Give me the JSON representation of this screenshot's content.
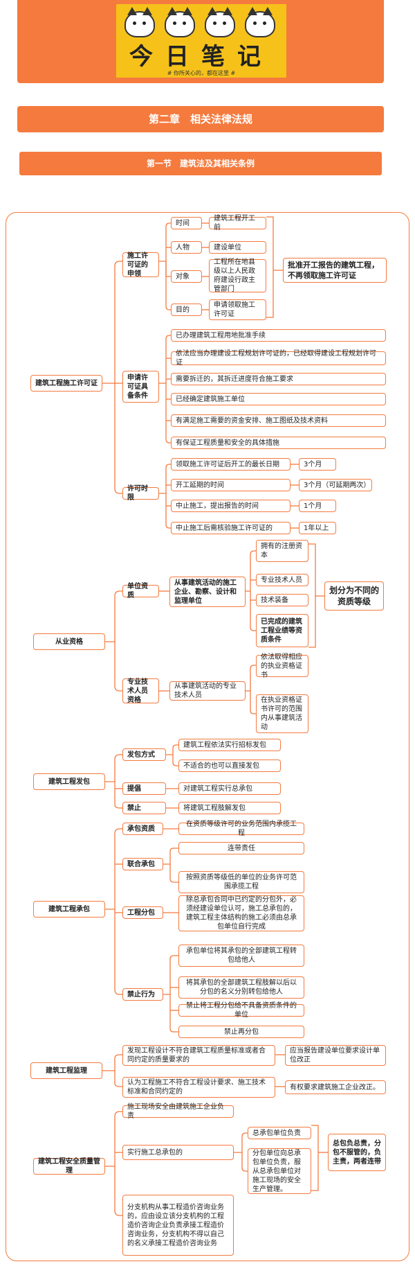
{
  "header": {
    "title": "今日笔记",
    "subtitle": "# 你所关心的，都在这里 #"
  },
  "chapter_title": "第二章　相关法律法规",
  "section_title": "第一节　建筑法及其相关条例",
  "colors": {
    "accent": "#f47a3e",
    "banner": "#f6c21a"
  },
  "mindmap": {
    "permit": {
      "label": "建筑工程施工许可证",
      "apply": {
        "label": "施工许可证的申领",
        "items": [
          {
            "key": "时间",
            "value": "建筑工程开工前"
          },
          {
            "key": "人物",
            "value": "建设单位"
          },
          {
            "key": "对象",
            "value": "工程所在地县级以上人民政府建设行政主管部门"
          },
          {
            "key": "目的",
            "value": "申请领取施工许可证"
          }
        ],
        "note": "批准开工报告的建筑工程，不再领取施工许可证"
      },
      "conditions": {
        "label": "申请许可证具备条件",
        "items": [
          "已办理建筑工程用地批准手续",
          "依法应当办理建设工程规划许可证的，已经取得建设工程规划许可证",
          "需要拆迁的，其拆迁进度符合施工要求",
          "已经确定建筑施工单位",
          "有满足施工需要的资金安排、施工图纸及技术资料",
          "有保证工程质量和安全的具体措施"
        ]
      },
      "deadline": {
        "label": "许可时限",
        "items": [
          {
            "key": "领取施工许可证后开工的最长日期",
            "value": "3个月"
          },
          {
            "key": "开工延期的时间",
            "value": "3个月（可延期两次）"
          },
          {
            "key": "中止施工，提出报告的时间",
            "value": "1个月"
          },
          {
            "key": "中止施工后需核验施工许可证的",
            "value": "1年以上"
          }
        ]
      }
    },
    "qualification": {
      "label": "从业资格",
      "unit": {
        "label": "单位资质",
        "desc": "从事建筑活动的施工企业、勘察、设计和监理单位",
        "items": [
          "拥有的注册资本",
          "专业技术人员",
          "技术装备",
          "已完成的建筑工程业绩等资质条件"
        ],
        "note": "划分为不同的资质等级"
      },
      "person": {
        "label": "专业技术人员资格",
        "desc": "从事建筑活动的专业技术人员",
        "items": [
          "依法取得相应的执业资格证书",
          "在执业资格证书许可的范围内从事建筑活动"
        ]
      }
    },
    "contracting": {
      "label": "建筑工程发包",
      "mode": {
        "label": "发包方式",
        "items": [
          "建筑工程依法实行招标发包",
          "不适合的也可以直接发包"
        ]
      },
      "advocate": {
        "label": "提倡",
        "value": "对建筑工程实行总承包"
      },
      "forbid": {
        "label": "禁止",
        "value": "将建筑工程肢解发包"
      }
    },
    "undertaking": {
      "label": "建筑工程承包",
      "qual": {
        "label": "承包资质",
        "value": "在资质等级许可的业务范围内承揽工程"
      },
      "joint": {
        "label": "联合承包",
        "items": [
          "连带责任",
          "按照资质等级低的单位的业务许可范围承揽工程"
        ]
      },
      "sub": {
        "label": "工程分包",
        "value": "除总承包合同中已约定的分包外，必须经建设单位认可，施工总承包的，建筑工程主体结构的施工必须由总承包单位自行完成"
      },
      "ban": {
        "label": "禁止行为",
        "items": [
          "承包单位将其承包的全部建筑工程转包给他人",
          "将其承包的全部建筑工程肢解以后以分包的名义分别转包给他人",
          "禁止将工程分包给不具备资质条件的单位",
          "禁止再分包"
        ]
      }
    },
    "supervision": {
      "label": "建筑工程监理",
      "items": [
        {
          "key": "发现工程设计不符合建筑工程质量标准或者合同约定的质量要求的",
          "value": "应当报告建设单位要求设计单位改正"
        },
        {
          "key": "认为工程施工不符合工程设计要求、施工技术标准和合同约定的",
          "value": "有权要求建筑施工企业改正。"
        }
      ]
    },
    "safety": {
      "label": "建筑工程安全质量管理",
      "site": "施工现场安全由建筑施工企业负责",
      "general": {
        "label": "实行施工总承包的",
        "items": [
          "总承包单位负责",
          "分包单位向总承包单位负责，服从总承包单位对施工现场的安全生产管理。"
        ],
        "note": "总包负总责，分包不服管的，负主责，两者连带"
      },
      "branch": "分支机构从事工程造价咨询业务的，应由设立该分支机构的工程造价咨询企业负责承接工程造价咨询业务，分支机构不得以自己的名义承接工程造价咨询业务"
    }
  }
}
